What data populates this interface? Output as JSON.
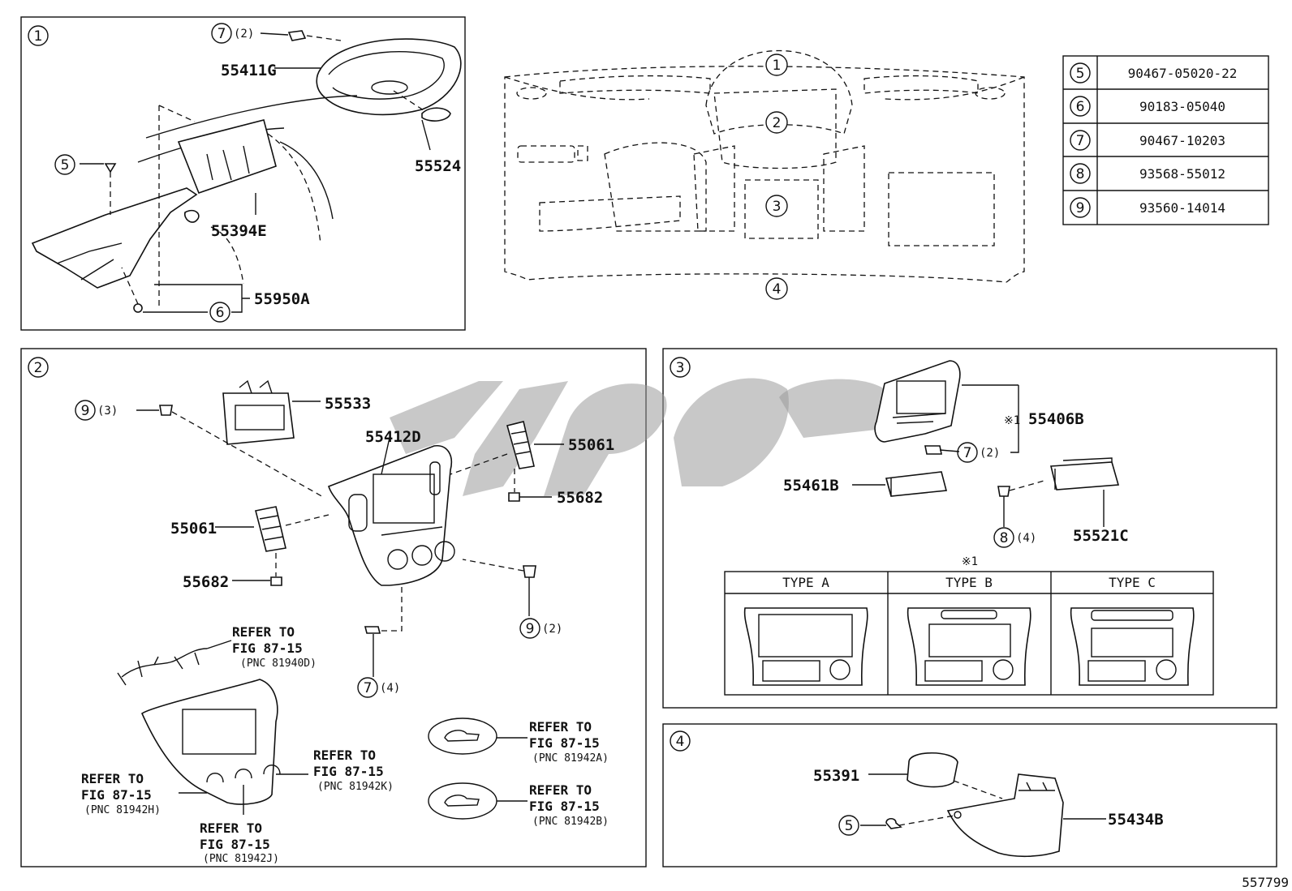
{
  "panels": [
    {
      "id": "1",
      "labels": [
        "55411G",
        "55524",
        "55394E",
        "55950A"
      ],
      "callouts": [
        {
          "num": "7",
          "qty": "(2)"
        },
        {
          "num": "5",
          "qty": ""
        },
        {
          "num": "6",
          "qty": ""
        }
      ]
    },
    {
      "id": "2",
      "labels": [
        "55533",
        "55412D",
        "55061",
        "55682",
        "55061",
        "55682"
      ],
      "callouts": [
        {
          "num": "9",
          "qty": "(3)"
        },
        {
          "num": "9",
          "qty": "(2)"
        },
        {
          "num": "7",
          "qty": "(4)"
        }
      ]
    },
    {
      "id": "3",
      "labels": [
        "55406B",
        "55461B",
        "55521C"
      ],
      "callouts": [
        {
          "num": "7",
          "qty": "(2)"
        },
        {
          "num": "8",
          "qty": "(4)"
        }
      ],
      "note_mark": "※1"
    },
    {
      "id": "4",
      "labels": [
        "55391",
        "55434B"
      ],
      "callouts": [
        {
          "num": "5",
          "qty": ""
        }
      ]
    }
  ],
  "overview": {
    "zones": [
      "1",
      "2",
      "3",
      "4"
    ]
  },
  "parts_table": [
    {
      "num": "5",
      "part": "90467-05020-22"
    },
    {
      "num": "6",
      "part": "90183-05040"
    },
    {
      "num": "7",
      "part": "90467-10203"
    },
    {
      "num": "8",
      "part": "93568-55012"
    },
    {
      "num": "9",
      "part": "93560-14014"
    }
  ],
  "refs": [
    {
      "line1": "REFER TO",
      "line2": "FIG 87-15",
      "pnc": "(PNC 81940D)"
    },
    {
      "line1": "REFER TO",
      "line2": "FIG 87-15",
      "pnc": "(PNC 81942K)"
    },
    {
      "line1": "REFER TO",
      "line2": "FIG 87-15",
      "pnc": "(PNC 81942H)"
    },
    {
      "line1": "REFER TO",
      "line2": "FIG 87-15",
      "pnc": "(PNC 81942J)"
    },
    {
      "line1": "REFER TO",
      "line2": "FIG 87-15",
      "pnc": "(PNC 81942A)"
    },
    {
      "line1": "REFER TO",
      "line2": "FIG 87-15",
      "pnc": "(PNC 81942B)"
    }
  ],
  "type_table": {
    "mark": "※1",
    "headers": [
      "TYPE A",
      "TYPE B",
      "TYPE C"
    ]
  },
  "diagram_number": "557799"
}
